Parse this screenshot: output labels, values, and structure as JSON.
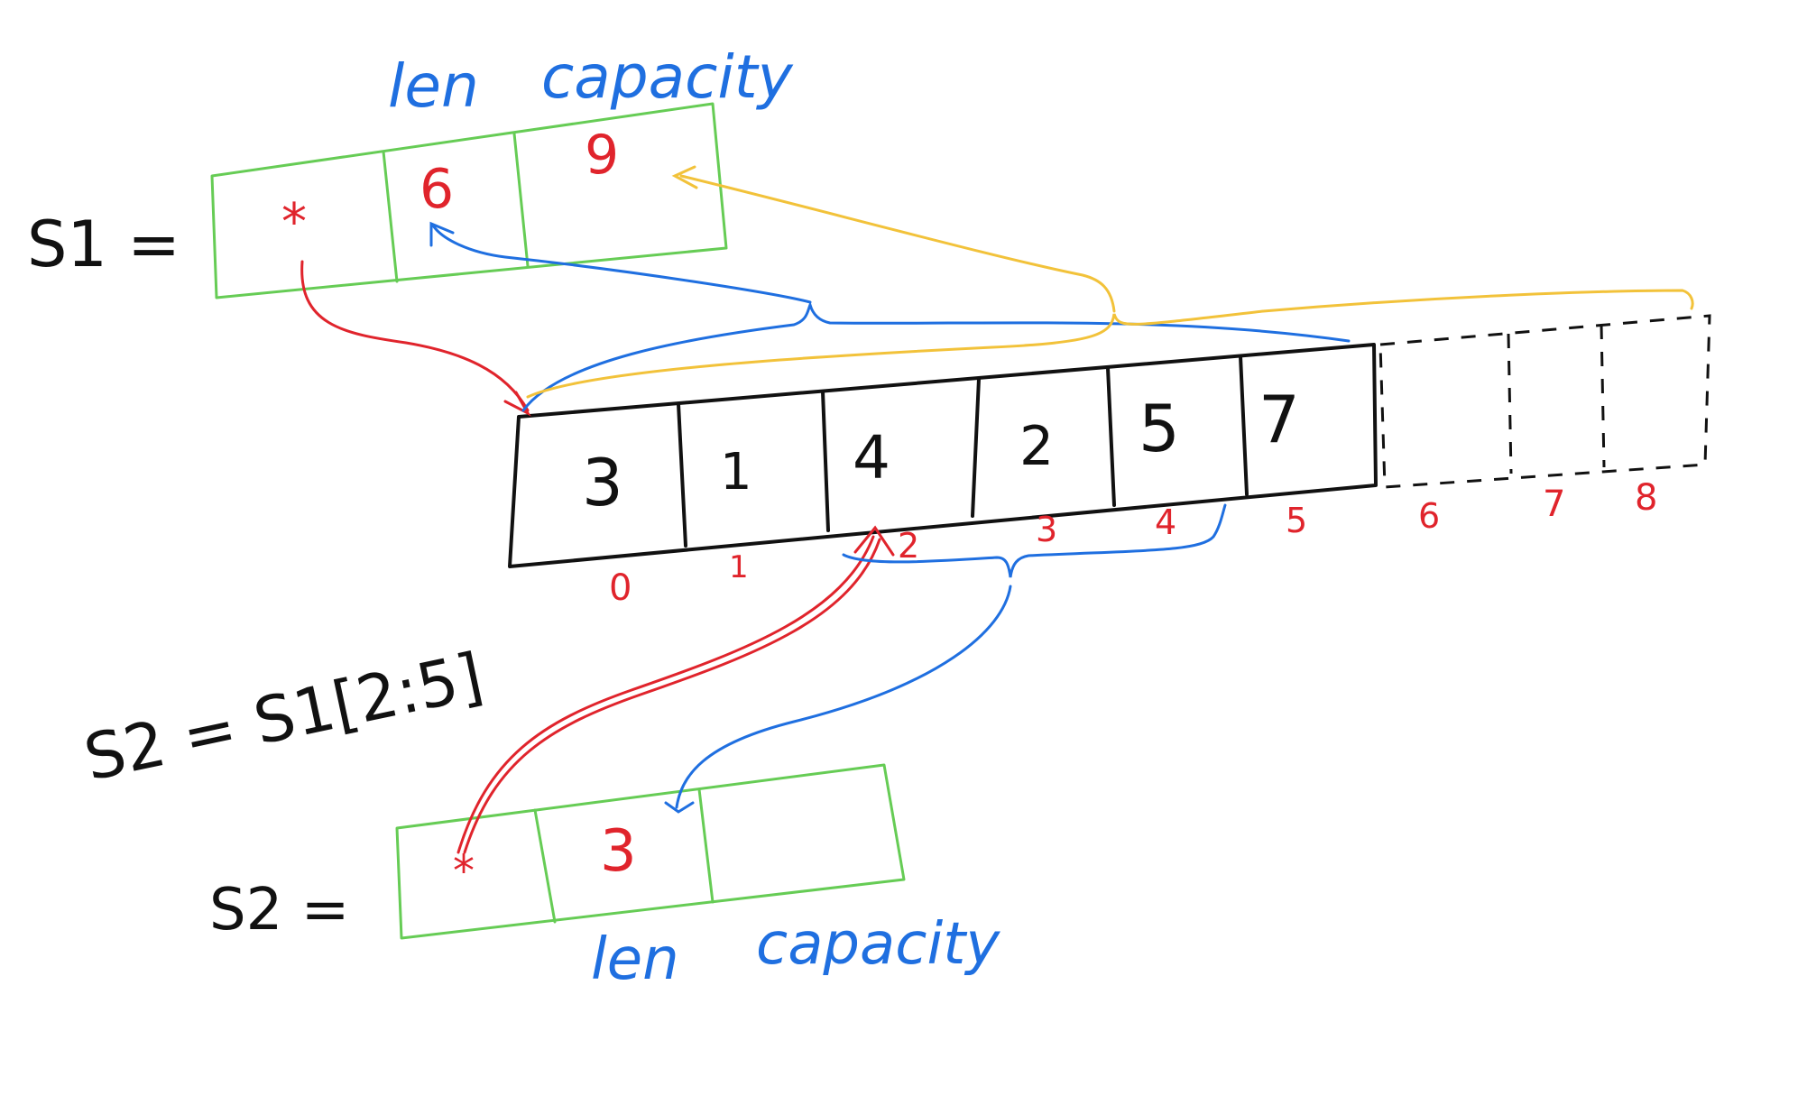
{
  "labels": {
    "s1_assign": "S1 =",
    "s2_expr": "S2 = S1[2:5]",
    "s2_assign": "S2 =",
    "header_len_top": "len",
    "header_capacity_top": "capacity",
    "header_len_bottom": "len",
    "header_capacity_bottom": "capacity"
  },
  "s1_header": {
    "pointer": "*",
    "len": "6",
    "capacity": "9"
  },
  "s2_header": {
    "pointer": "*",
    "len": "3",
    "capacity": ""
  },
  "array": {
    "values": [
      "3",
      "1",
      "4",
      "2",
      "5",
      "7"
    ],
    "indices": [
      "0",
      "1",
      "2",
      "3",
      "4",
      "5",
      "6",
      "7",
      "8"
    ]
  },
  "colors": {
    "ink": "#111111",
    "header_box": "#66cc55",
    "pointer": "#e0242c",
    "len": "#1f6fe0",
    "capacity": "#f2c23a"
  }
}
